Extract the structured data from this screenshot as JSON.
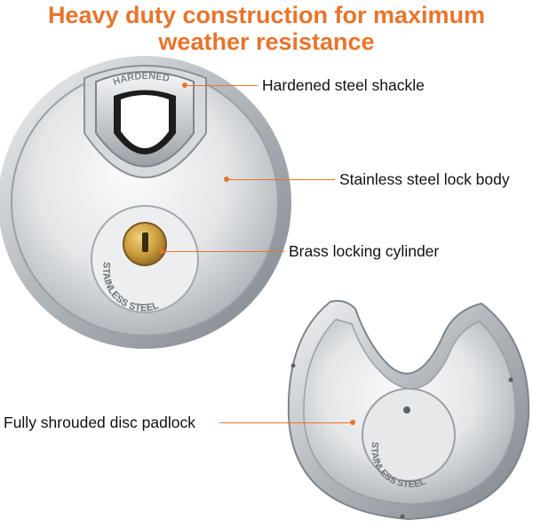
{
  "headline": {
    "line1": "Heavy duty construction for maximum",
    "line2": "weather resistance"
  },
  "callouts": {
    "shackle": "Hardened steel shackle",
    "body": "Stainless steel lock body",
    "cylinder": "Brass locking cylinder",
    "shroud": "Fully shrouded disc padlock"
  },
  "engravings": {
    "shackle_stamp": "HARDENED",
    "front_face": "STAINLESS STEEL",
    "back_face": "STAINLESS STEEL"
  },
  "colors": {
    "accent": "#e8742c",
    "text": "#111111",
    "steel": "#c9cdd1",
    "brass": "#c89a3a"
  }
}
